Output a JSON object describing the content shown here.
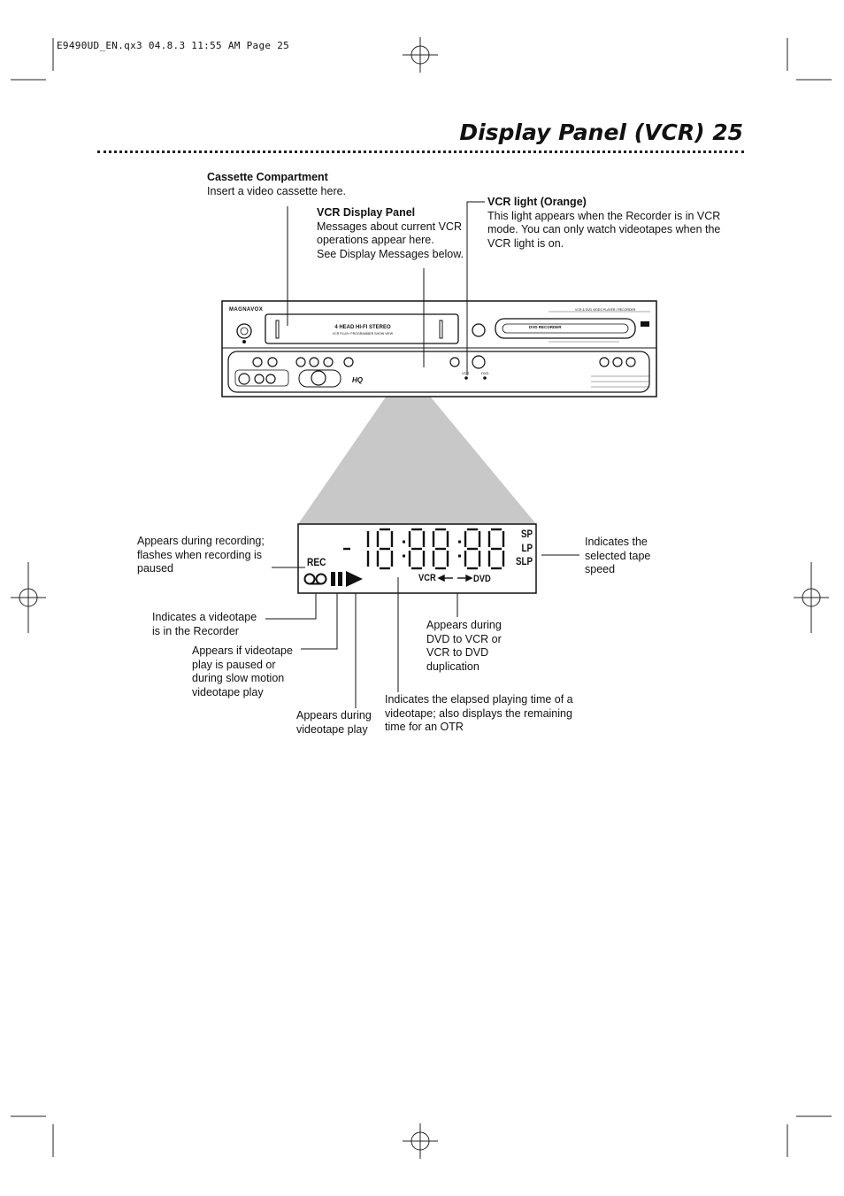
{
  "header": {
    "slug": "E9490UD_EN.qx3  04.8.3  11:55 AM  Page 25",
    "title": "Display Panel (VCR)  25"
  },
  "device": {
    "brand": "MAGNAVOX",
    "cassette_label": "4 HEAD HI-FI STEREO",
    "cassette_sub": "VCR PLUS+ PROGRAMMER  SHOW VIEW",
    "dvd_label": "DVD RECORDER",
    "model_text": "VCR & DVD VIDEO PLAYER / RECORDER",
    "vcr_led": "VCR",
    "dvd_led": "DVD",
    "hq_text": "HQ"
  },
  "lcd": {
    "time_display": "-18:88:88",
    "rec": "REC",
    "speeds": [
      "SP",
      "LP",
      "SLP"
    ],
    "dup_vcr": "VCR",
    "dup_dvd": "DVD"
  },
  "callouts": {
    "cassette": {
      "title": "Cassette Compartment",
      "body": "Insert a video cassette here."
    },
    "vcr_display": {
      "title": "VCR Display Panel",
      "lines": [
        "Messages about current VCR",
        "operations appear here.",
        "See Display Messages below."
      ]
    },
    "vcr_light": {
      "title": "VCR light (Orange)",
      "lines": [
        "This light appears when the Recorder is in VCR",
        "mode. You can only watch videotapes when the",
        "VCR light is on."
      ]
    },
    "recording": {
      "lines": [
        "Appears during recording;",
        "flashes when recording is",
        "paused"
      ]
    },
    "tape_speed": {
      "lines": [
        "Indicates the",
        "selected tape",
        "speed"
      ]
    },
    "videotape_in": {
      "lines": [
        "Indicates a videotape",
        "is in the Recorder"
      ]
    },
    "paused": {
      "lines": [
        "Appears if videotape",
        "play is paused or",
        "during slow motion",
        "videotape play"
      ]
    },
    "duplication": {
      "lines": [
        "Appears during",
        "DVD to VCR or",
        "VCR to DVD",
        "duplication"
      ]
    },
    "elapsed": {
      "lines": [
        "Indicates the elapsed playing time of a",
        "videotape; also displays the remaining",
        "time for an OTR"
      ]
    },
    "play": {
      "lines": [
        "Appears during",
        "videotape play"
      ]
    }
  }
}
